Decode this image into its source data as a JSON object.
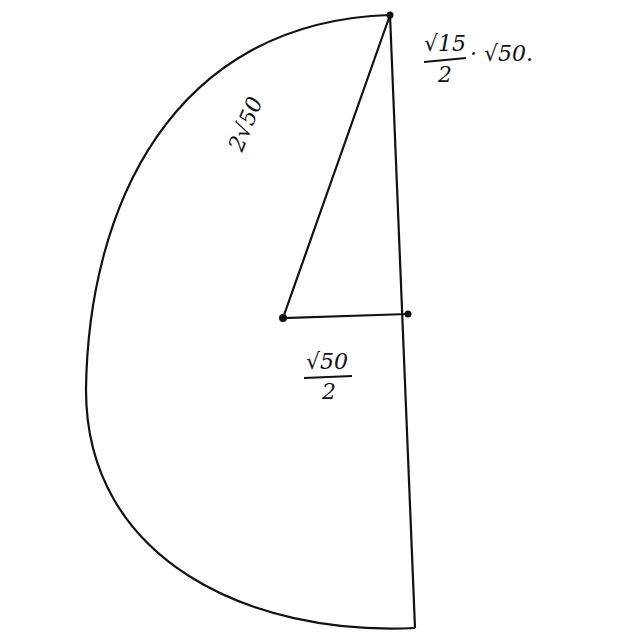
{
  "diagram": {
    "labels": [
      "2√50",
      "√15",
      "2",
      "· √50.",
      "√50",
      "2"
    ]
  }
}
